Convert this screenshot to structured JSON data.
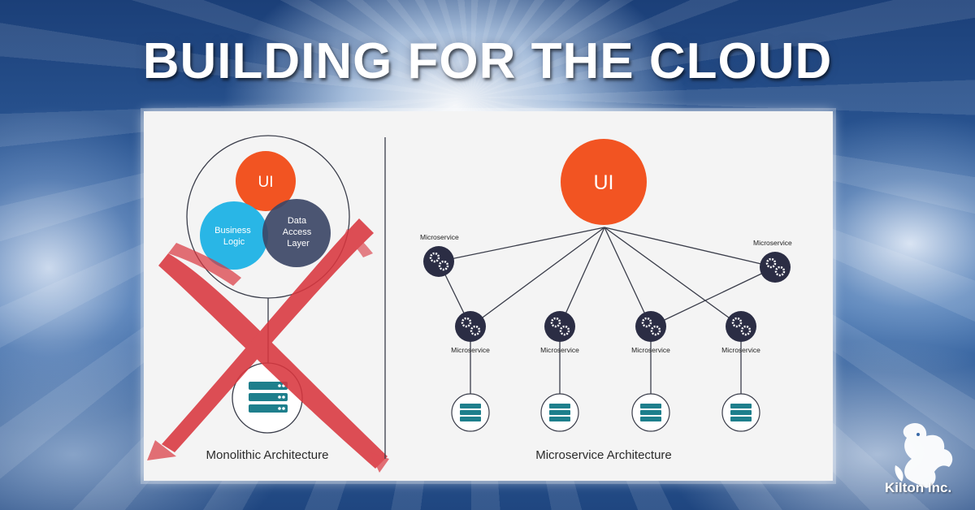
{
  "headline": "BUILDING FOR THE CLOUD",
  "monolith": {
    "ui_label": "UI",
    "business_label": [
      "Business",
      "Logic"
    ],
    "data_label": [
      "Data",
      "Access",
      "Layer"
    ],
    "caption": "Monolithic Architecture"
  },
  "microservices": {
    "ui_label": "UI",
    "service_label": "Microservice",
    "caption": "Microservice Architecture"
  },
  "brand": {
    "name": "Kilton Inc."
  },
  "colors": {
    "ui_orange": "#f25422",
    "business_blue": "#29b6e6",
    "data_navy": "#3c4766",
    "node_dark": "#2b2d44",
    "db_teal": "#1e7f8c",
    "cross_red": "#d9363e"
  },
  "icons": [
    "gears-icon",
    "database-server-icon",
    "griffin-logo-icon"
  ]
}
